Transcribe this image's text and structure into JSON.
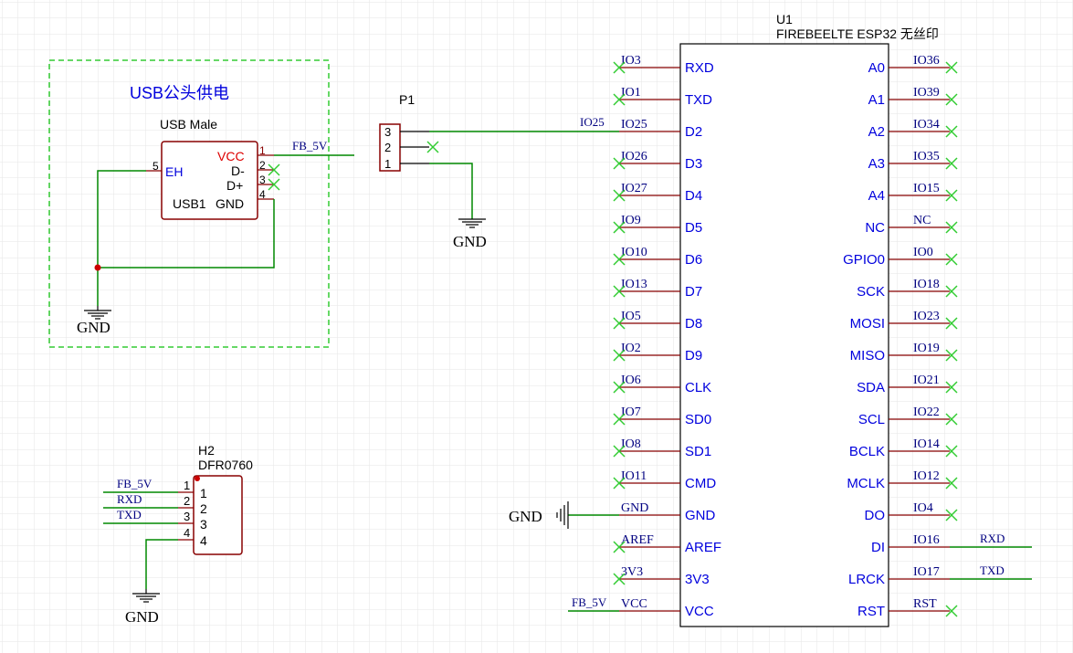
{
  "colors": {
    "grid": "#e6e6e6",
    "wire": "#008800",
    "body": "#880000",
    "pin": "#880000",
    "label_blue": "#0000dd",
    "netlabel": "#000080",
    "noconnect": "#33cc33",
    "gnd": "#000000",
    "junction": "#cc0000",
    "boundary": "#33cc33",
    "vcc_red": "#dd0000"
  },
  "usb_block": {
    "title": "USB公头供电",
    "part_name": "USB Male",
    "designator": "USB1",
    "pins": [
      {
        "num": "1",
        "name": "VCC"
      },
      {
        "num": "2",
        "name": "D-"
      },
      {
        "num": "3",
        "name": "D+"
      },
      {
        "num": "4",
        "name": "GND"
      },
      {
        "num": "5",
        "name": "EH"
      }
    ],
    "net_label": "FB_5V",
    "gnd_label": "GND"
  },
  "p1": {
    "designator": "P1",
    "pins": [
      "3",
      "2",
      "1"
    ],
    "net_label": "IO25",
    "gnd_label": "GND"
  },
  "h2": {
    "designator": "H2",
    "part_name": "DFR0760",
    "pins": [
      {
        "num": "1",
        "net": "FB_5V"
      },
      {
        "num": "2",
        "net": "RXD"
      },
      {
        "num": "3",
        "net": "TXD"
      },
      {
        "num": "4",
        "net": ""
      }
    ],
    "gnd_label": "GND"
  },
  "u1": {
    "designator": "U1",
    "part_name": "FIREBEELTE ESP32 无丝印",
    "left_pins": [
      {
        "name": "RXD",
        "net": "IO3"
      },
      {
        "name": "TXD",
        "net": "IO1"
      },
      {
        "name": "D2",
        "net": "IO25"
      },
      {
        "name": "D3",
        "net": "IO26"
      },
      {
        "name": "D4",
        "net": "IO27"
      },
      {
        "name": "D5",
        "net": "IO9"
      },
      {
        "name": "D6",
        "net": "IO10"
      },
      {
        "name": "D7",
        "net": "IO13"
      },
      {
        "name": "D8",
        "net": "IO5"
      },
      {
        "name": "D9",
        "net": "IO2"
      },
      {
        "name": "CLK",
        "net": "IO6"
      },
      {
        "name": "SD0",
        "net": "IO7"
      },
      {
        "name": "SD1",
        "net": "IO8"
      },
      {
        "name": "CMD",
        "net": "IO11"
      },
      {
        "name": "GND",
        "net": "GND"
      },
      {
        "name": "AREF",
        "net": "AREF"
      },
      {
        "name": "3V3",
        "net": "3V3"
      },
      {
        "name": "VCC",
        "net": "VCC"
      }
    ],
    "right_pins": [
      {
        "name": "A0",
        "net": "IO36"
      },
      {
        "name": "A1",
        "net": "IO39"
      },
      {
        "name": "A2",
        "net": "IO34"
      },
      {
        "name": "A3",
        "net": "IO35"
      },
      {
        "name": "A4",
        "net": "IO15"
      },
      {
        "name": "NC",
        "net": "NC"
      },
      {
        "name": "GPIO0",
        "net": "IO0"
      },
      {
        "name": "SCK",
        "net": "IO18"
      },
      {
        "name": "MOSI",
        "net": "IO23"
      },
      {
        "name": "MISO",
        "net": "IO19"
      },
      {
        "name": "SDA",
        "net": "IO21"
      },
      {
        "name": "SCL",
        "net": "IO22"
      },
      {
        "name": "BCLK",
        "net": "IO14"
      },
      {
        "name": "MCLK",
        "net": "IO12"
      },
      {
        "name": "DO",
        "net": "IO4"
      },
      {
        "name": "DI",
        "net": "IO16"
      },
      {
        "name": "LRCK",
        "net": "IO17"
      },
      {
        "name": "RST",
        "net": "RST"
      }
    ],
    "gnd_symbol_label": "GND",
    "vcc_net_label": "FB_5V",
    "di_net_label": "RXD",
    "lrck_net_label": "TXD"
  }
}
